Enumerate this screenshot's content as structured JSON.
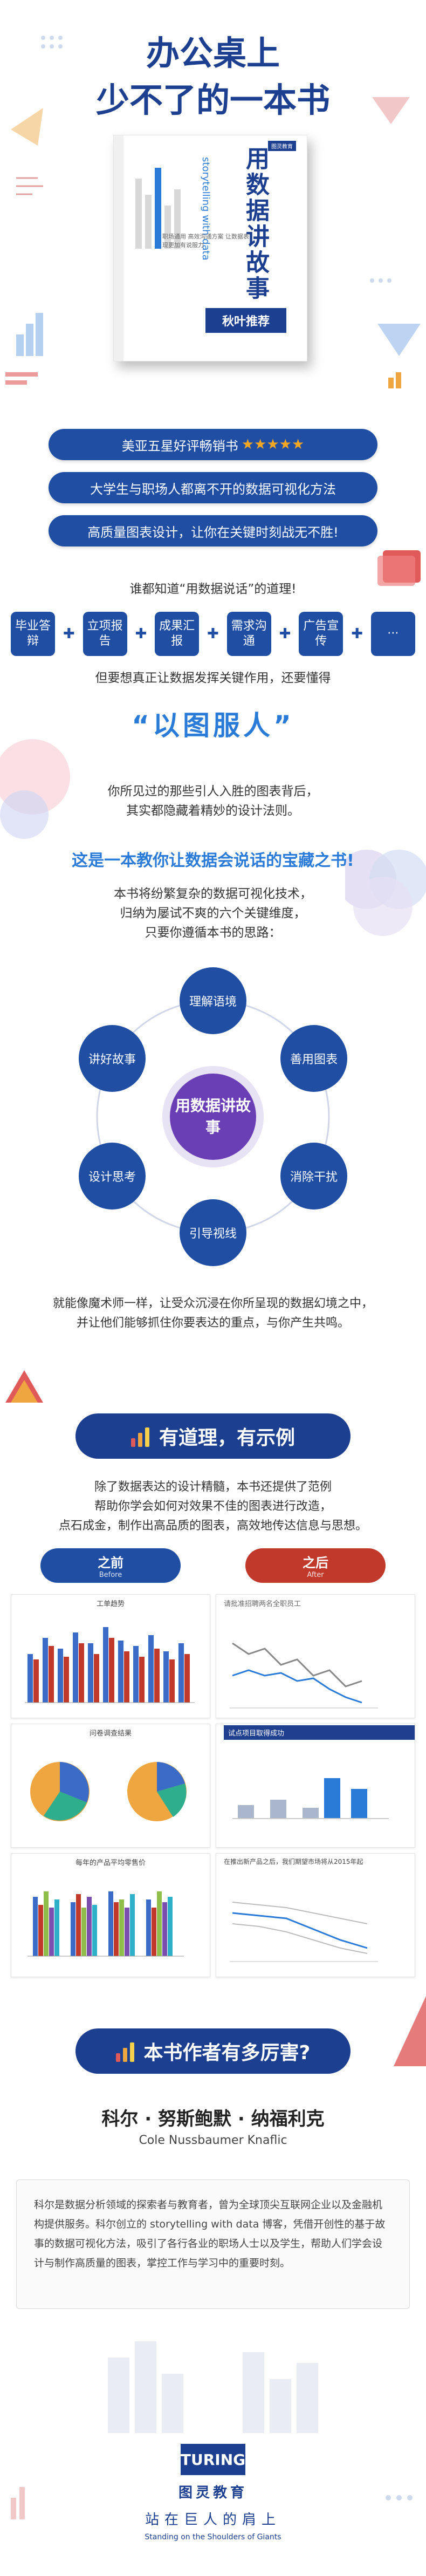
{
  "hero": {
    "title_line1": "办公桌上",
    "title_line2": "少不了的一本书",
    "book_title": "用数据讲故事",
    "book_subtitle": "storytelling with data",
    "book_blurb": "职场通用 高效沟通方案 让数据表现更加有说服力",
    "book_badge": "秋叶推荐",
    "book_logo": "图灵教育"
  },
  "pills": [
    "美亚五星好评畅销书",
    "大学生与职场人都离不开的数据可视化方法",
    "高质量图表设计，让你在关键时刻战无不胜!"
  ],
  "intro": {
    "line1": "谁都知道“用数据说话”的道理!",
    "steps": [
      "毕业答辩",
      "立项报告",
      "成果汇报",
      "需求沟通",
      "广告宣传",
      "···"
    ],
    "line2": "但要想真正让数据发挥关键作用，还要懂得",
    "quote": "“以图服人”",
    "line3a": "你所见过的那些引人入胜的图表背后，",
    "line3b": "其实都隐藏着精妙的设计法则。",
    "headline": "这是一本教你让数据会说话的宝藏之书!",
    "line4a": "本书将纷繁复杂的数据可视化技术，",
    "line4b": "归纳为屡试不爽的六个关键维度，",
    "line4c": "只要你遵循本书的思路："
  },
  "wheel": {
    "hub": "用数据讲故事",
    "items": [
      "理解语境",
      "善用图表",
      "消除干扰",
      "引导视线",
      "设计思考",
      "讲好故事"
    ]
  },
  "magic": {
    "line1": "就能像魔术师一样，让受众沉浸在你所呈现的数据幻境之中，",
    "line2": "并让他们能够抓住你要表达的重点，与你产生共鸣。"
  },
  "section1": {
    "title": "有道理，有示例",
    "p1": "除了数据表达的设计精髓，本书还提供了范例",
    "p2": "帮助你学会如何对效果不佳的图表进行改造，",
    "p3": "点石成金，制作出高品质的图表，高效地传达信息与思想。",
    "before": "之前",
    "before_en": "Before",
    "after": "之后",
    "after_en": "After",
    "thumbs": [
      "工单趋势",
      "请批准招聘两名全职员工",
      "问卷调查结果",
      "试点项目取得成功",
      "每年的产品平均零售价",
      "在推出新产品之后，我们期望市场将从2015年起"
    ]
  },
  "section2": {
    "title": "本书作者有多厉害?",
    "name_cn": "科尔 · 努斯鲍默 · 纳福利克",
    "name_en": "Cole Nussbaumer Knaflic",
    "bio": "科尔是数据分析领域的探索者与教育者，曾为全球顶尖互联网企业以及金融机构提供服务。科尔创立的 storytelling with data 博客，凭借开创性的基于故事的数据可视化方法，吸引了各行各业的职场人士以及学生，帮助人们学会设计与制作高质量的图表，掌控工作与学习中的重要时刻。"
  },
  "footer": {
    "logo": "TURING",
    "logo_sub": "图灵教育",
    "slogan": "站在巨人的肩上",
    "slogan_en": "Standing on the Shoulders of Giants"
  },
  "colors": {
    "navy": "#1d3f8f",
    "blue": "#1f4ea3",
    "sky": "#2a7bd8",
    "purple": "#6a3fb6",
    "red": "#c0392b",
    "orange": "#f5a623"
  }
}
